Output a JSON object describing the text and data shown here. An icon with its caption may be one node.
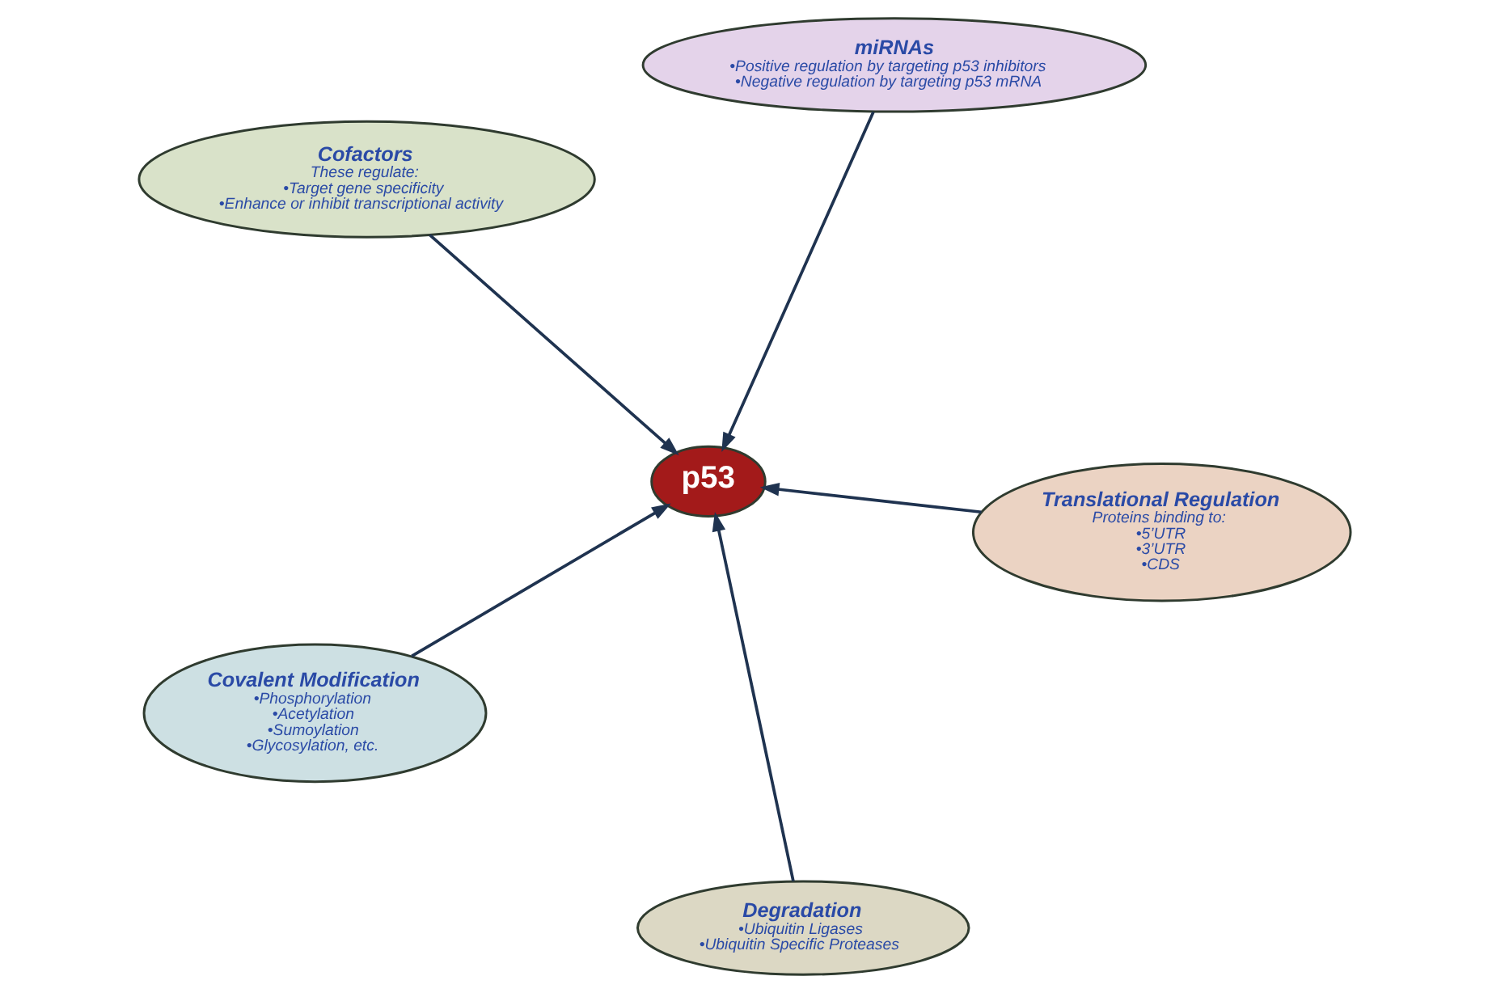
{
  "diagram": {
    "nodes": [
      {
        "text": [
          "Cofactors",
          "These regulate:",
          "•Target gene specificity",
          "•Enhance or inhibit transcriptional activity"
        ]
      },
      {
        "text": [
          "Translational Regulation",
          "Proteins binding to:",
          "•5’UTR",
          "•3’UTR",
          "•CDS"
        ]
      },
      {
        "text": [
          "Degradation",
          "•Ubiquitin Ligases",
          "•Ubiquitin Specific Proteases"
        ]
      },
      {
        "text": [
          "p53"
        ]
      },
      {
        "text": [
          "miRNAs",
          "•Positive regulation by targeting p53 inhibitors",
          "•Negative regulation by targeting p53 mRNA"
        ]
      },
      {
        "text": [
          "Covalent Modification",
          "•Phosphorylation",
          "•Acetylation",
          "•Sumoylation",
          "•Glycosylation, etc."
        ]
      }
    ],
    "edges": [
      {
        "from": 0,
        "to": 3,
        "arrow": "to"
      },
      {
        "from": 1,
        "to": 3,
        "arrow": "to"
      },
      {
        "from": 2,
        "to": 3,
        "arrow": "to"
      },
      {
        "from": 4,
        "to": 3,
        "arrow": "to"
      },
      {
        "from": 5,
        "to": 3,
        "arrow": "to"
      }
    ]
  }
}
